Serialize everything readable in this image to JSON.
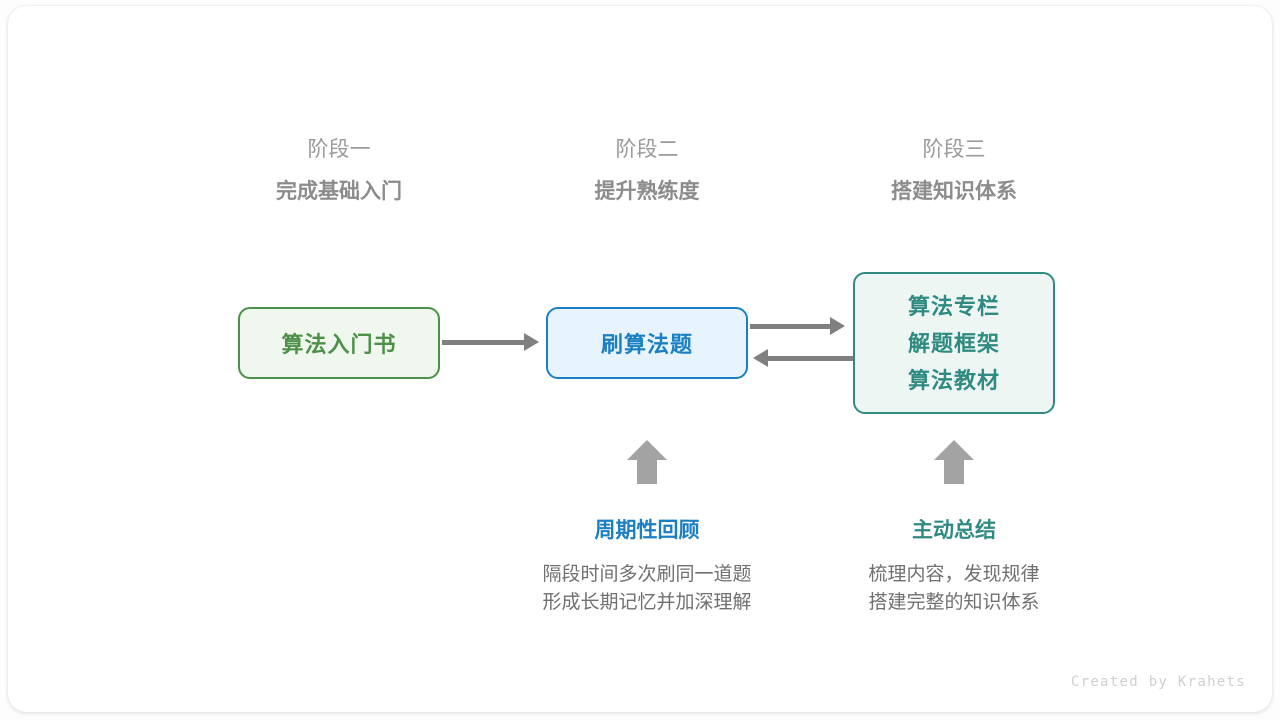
{
  "diagram": {
    "title_hidden": "",
    "stages": [
      {
        "number": "阶段一",
        "title": "完成基础入门"
      },
      {
        "number": "阶段二",
        "title": "提升熟练度"
      },
      {
        "number": "阶段三",
        "title": "搭建知识体系"
      }
    ],
    "nodes": [
      {
        "id": "book",
        "lines": [
          "算法入门书"
        ],
        "color": "#4d9149",
        "background": "#f0f7ef"
      },
      {
        "id": "practice",
        "lines": [
          "刷算法题"
        ],
        "color": "#1b7fc4",
        "background": "#e8f4fd"
      },
      {
        "id": "resources",
        "lines": [
          "算法专栏",
          "解题框架",
          "算法教材"
        ],
        "color": "#2f8b81",
        "background": "#eef6f4"
      }
    ],
    "notes": [
      {
        "id": "review",
        "title": "周期性回顾",
        "color": "#1b7fc4",
        "desc_lines": [
          "隔段时间多次刷同一道题",
          "形成长期记忆并加深理解"
        ]
      },
      {
        "id": "summary",
        "title": "主动总结",
        "color": "#2f8b81",
        "desc_lines": [
          "梳理内容，发现规律",
          "搭建完整的知识体系"
        ]
      }
    ],
    "arrow_color": "#808080",
    "block_arrow_color": "#a3a3a3",
    "credit": "Created by Krahets"
  }
}
